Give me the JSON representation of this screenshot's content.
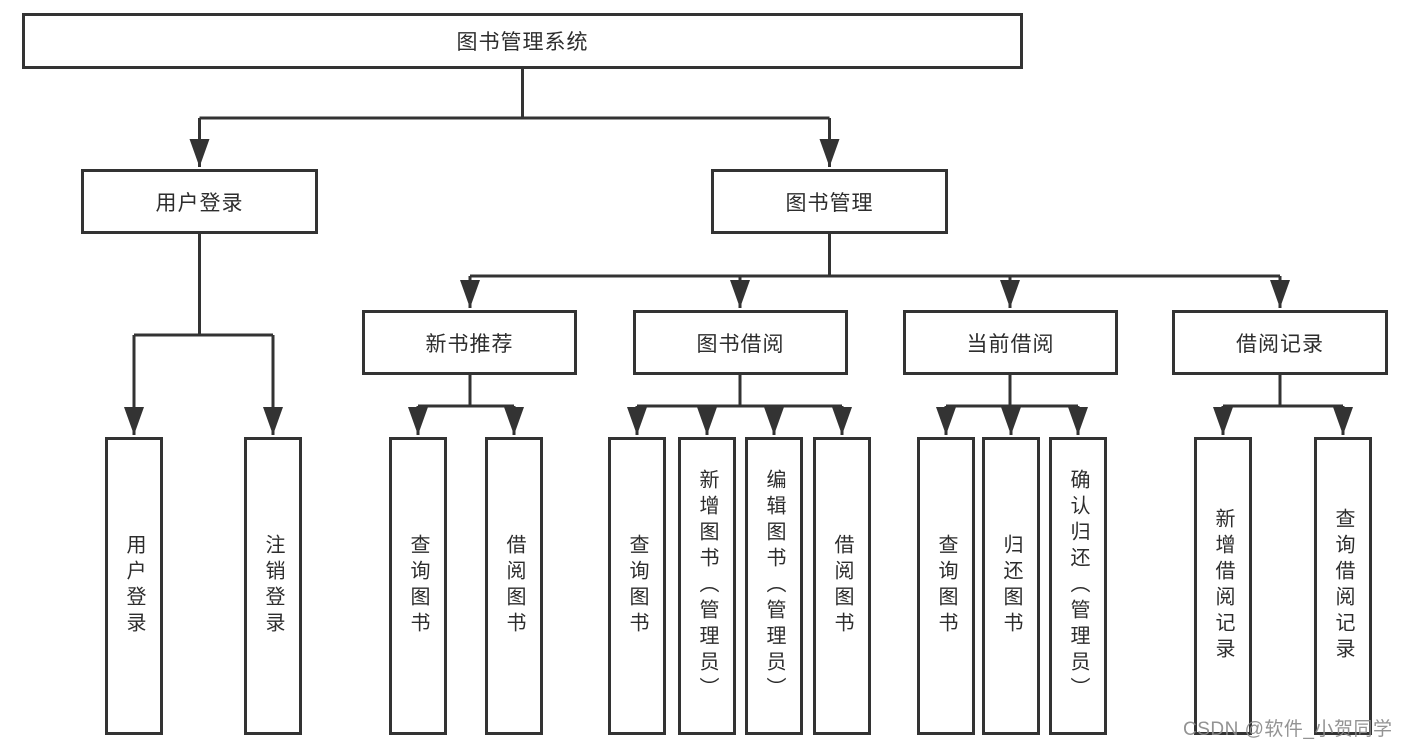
{
  "root": {
    "label": "图书管理系统"
  },
  "level2": [
    {
      "label": "用户登录",
      "leaves": [
        "用户登录",
        "注销登录"
      ]
    },
    {
      "label": "图书管理",
      "sections": [
        {
          "label": "新书推荐",
          "leaves": [
            "查询图书",
            "借阅图书"
          ]
        },
        {
          "label": "图书借阅",
          "leaves": [
            "查询图书",
            "新增图书（管理员）",
            "编辑图书（管理员）",
            "借阅图书"
          ]
        },
        {
          "label": "当前借阅",
          "leaves": [
            "查询图书",
            "归还图书",
            "确认归还（管理员）"
          ]
        },
        {
          "label": "借阅记录",
          "leaves": [
            "新增借阅记录",
            "查询借阅记录"
          ]
        }
      ]
    }
  ],
  "watermark": "CSDN @软件_小贺同学",
  "colors": {
    "line": "#333333",
    "text": "#2d2d2d",
    "watermark": "#8a8a8a",
    "background": "#ffffff"
  }
}
